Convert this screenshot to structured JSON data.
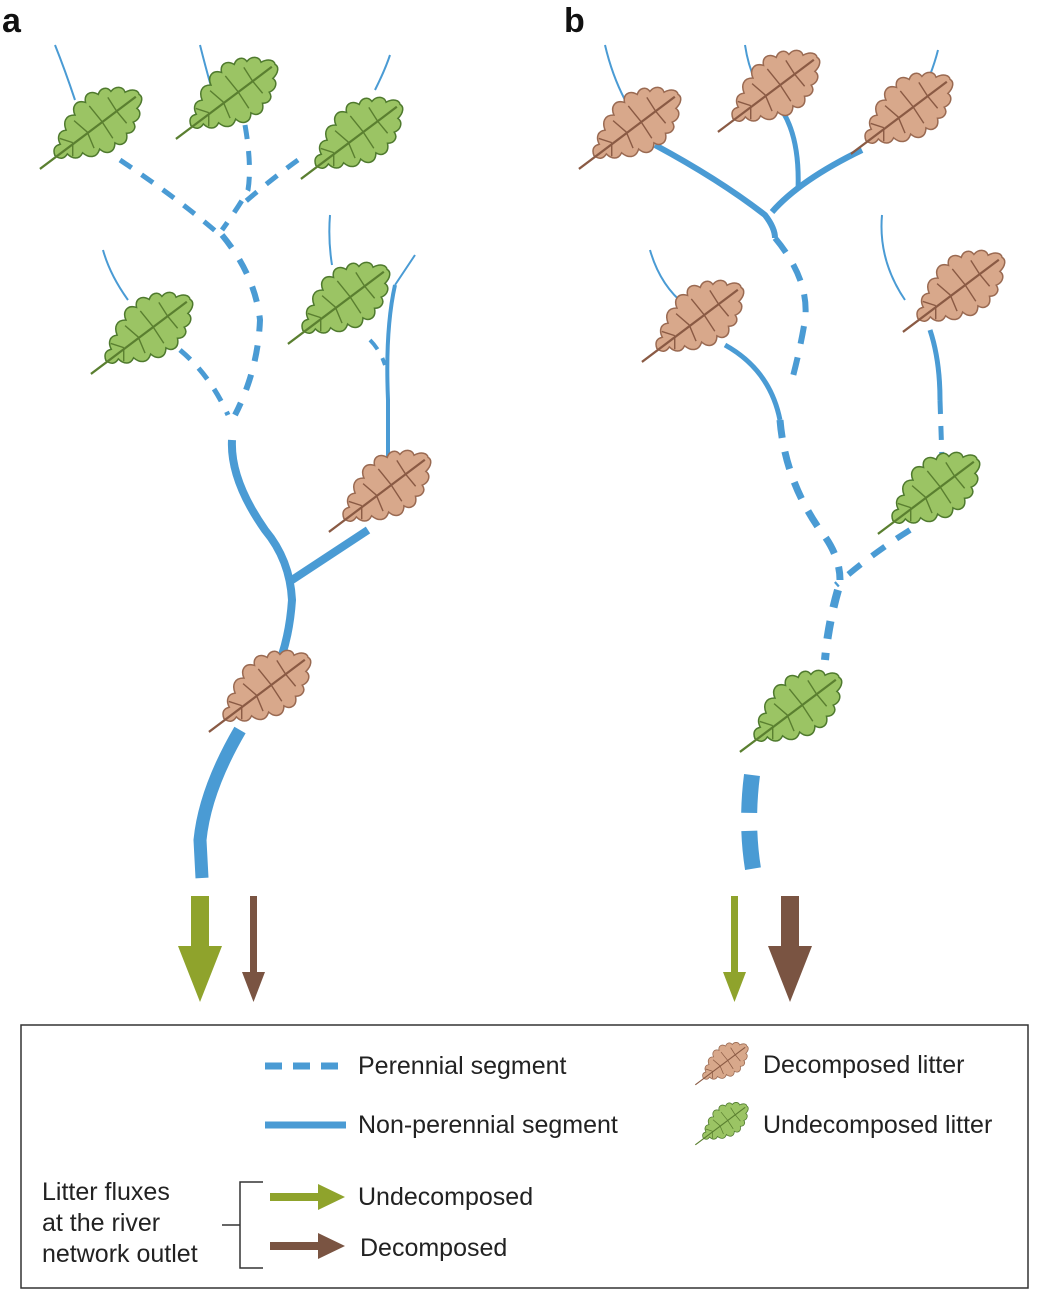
{
  "panels": {
    "a": {
      "label": "a"
    },
    "b": {
      "label": "b"
    }
  },
  "legend": {
    "perennial": "Perennial segment",
    "non_perennial": "Non-perennial segment",
    "decomposed_litter": "Decomposed litter",
    "undecomposed_litter": "Undecomposed litter",
    "flux_title_line1": "Litter fluxes",
    "flux_title_line2": "at the river",
    "flux_title_line3": "network outlet",
    "flux_undecomposed": "Undecomposed",
    "flux_decomposed": "Decomposed"
  },
  "colors": {
    "stream": "#4a9bd4",
    "undecomposed_leaf": "#9bc464",
    "undecomposed_vein": "#5a7f30",
    "decomposed_leaf": "#d8a88b",
    "decomposed_vein": "#8a5a44",
    "arrow_undecomposed": "#8fa32c",
    "arrow_decomposed": "#7a5442"
  }
}
